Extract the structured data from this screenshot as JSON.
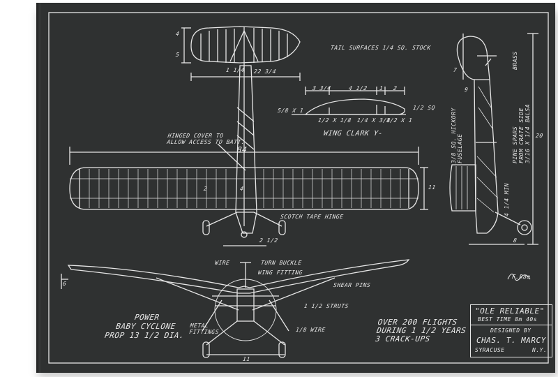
{
  "blueprint": {
    "tail_surfaces": "TAIL SURFACES 1/4 SQ. STOCK",
    "wing_section": "WING CLARK Y-",
    "hinged_cover": "HINGED COVER TO\nALLOW ACCESS TO BATT.",
    "scotch_tape": "SCOTCH TAPE HINGE",
    "wire": "WIRE",
    "turn_buckle": "TURN BUCKLE",
    "wing_fitting": "WING FITTING",
    "shear_pins": "SHEAR PINS",
    "struts": "1 1/2 STRUTS",
    "metal_fittings": "METAL\nFITTINGS",
    "wire2": "1/8 WIRE",
    "power": "POWER\nBABY CYCLONE\nPROP 13 1/2 DIA.",
    "flights": "OVER 200 FLIGHTS\nDURING 1 1/2 YEARS\n3 CRACK-UPS",
    "fuselage_note": "3/8 SQ. HICKORY\nFUSELAGE",
    "balsa_note": "PINE SPARS\nFROM CRATE SIDE\n3/16 X 1/4 BALSA",
    "brass": "BRASS",
    "signature": "F.Rae",
    "dims": {
      "span": "84",
      "tail_span": "22 3/4",
      "wing_chord": "11",
      "fuse_length": "20",
      "d1": "5",
      "d2": "4",
      "d3": "7",
      "d4": "8",
      "d5": "9",
      "d6": "1 1/4",
      "d7": "2",
      "d8": "4",
      "d9": "2 1/2",
      "w1": "3 3/4",
      "w2": "4 1/2",
      "w3": "1",
      "w4": "2",
      "w5": "5/8 X 1",
      "w6": "1/2 X 1/8",
      "w7": "1/4 X 3/8",
      "w8": "1/2 X 1",
      "w9": "1/2 SQ",
      "front_span": "6",
      "front_wheel": "11",
      "tail_height": "4 1/4 MIN"
    },
    "title": {
      "name": "\"OLE RELIABLE\"",
      "best_time": "BEST TIME 8m 40s",
      "designed_by": "DESIGNED BY",
      "designer": "CHAS. T. MARCY",
      "city": "SYRACUSE",
      "state": "N.Y."
    }
  }
}
